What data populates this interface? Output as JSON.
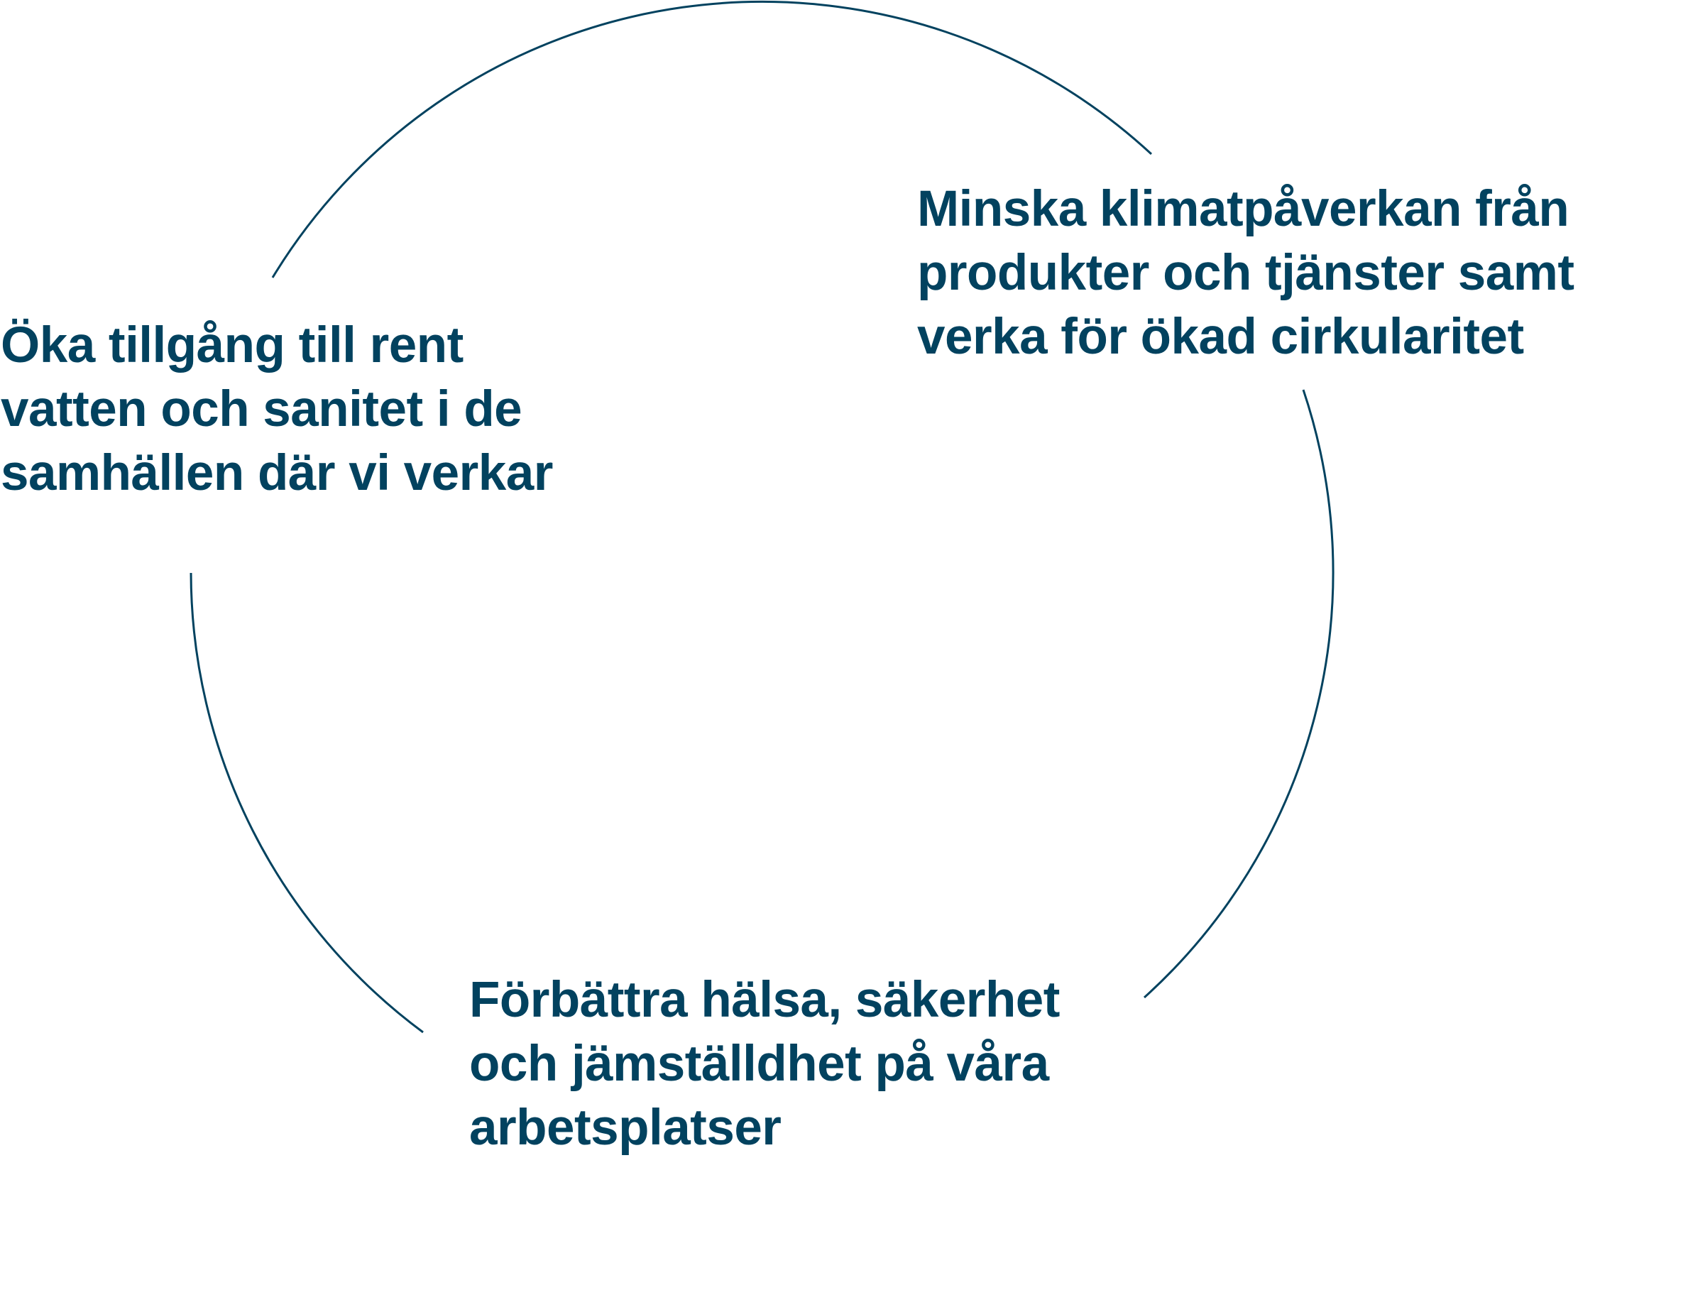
{
  "colors": {
    "primary": "#02425f",
    "background": "#ffffff"
  },
  "goals": [
    {
      "id": "climate",
      "lines": [
        "Minska klimatpåverkan från",
        "produkter och tjänster samt",
        "verka för ökad cirkularitet"
      ]
    },
    {
      "id": "health",
      "lines": [
        "Förbättra hälsa, säkerhet",
        "och jämställdhet på våra",
        "arbetsplatser"
      ]
    },
    {
      "id": "water",
      "lines": [
        "Öka tillgång till rent",
        "vatten och sanitet i de",
        "samhällen där vi verkar"
      ]
    }
  ]
}
